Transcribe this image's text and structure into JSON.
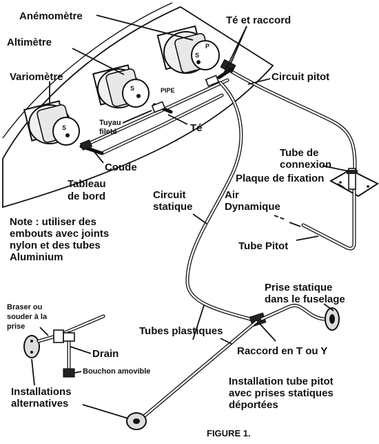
{
  "figure": {
    "caption": "FIGURE 1."
  },
  "instruments": {
    "anemometre": "Anémomètre",
    "altimetre": "Altimètre",
    "variometre": "Variomètre",
    "pipe_marking": "PIPE",
    "dial_letter": "S",
    "dial_letter_p": "P"
  },
  "labels": {
    "te_raccord": "Té et raccord",
    "circuit_pitot": "Circuit pitot",
    "tuyau_line1": "Tuyau",
    "tuyau_line2": "fileté",
    "te": "Té",
    "coude": "Coude",
    "tableau_line1": "Tableau",
    "tableau_line2": "de bord",
    "tube_connexion_line1": "Tube de",
    "tube_connexion_line2": "connexion",
    "plaque_fixation": "Plaque de fixation",
    "circuit_statique_line1": "Circuit",
    "circuit_statique_line2": "statique",
    "air_dynamique_line1": "Air",
    "air_dynamique_line2": "Dynamique",
    "tube_pitot": "Tube Pitot",
    "prise_statique_line1": "Prise statique",
    "prise_statique_line2": "dans le fuselage",
    "tubes_plastiques": "Tubes plastiques",
    "raccord_t_y": "Raccord en T ou Y",
    "braser_line1": "Braser ou",
    "braser_line2": "souder à la",
    "braser_line3": "prise",
    "drain": "Drain",
    "bouchon": "Bouchon amovible",
    "installations_line1": "Installations",
    "installations_line2": "alternatives"
  },
  "note": {
    "line1": "Note : utiliser des",
    "line2": "embouts avec joints",
    "line3": "nylon et des tubes",
    "line4": "Aluminium"
  },
  "installation_note": {
    "line1": "Installation tube pitot",
    "line2": "avec prises statiques",
    "line3": "déportées"
  }
}
